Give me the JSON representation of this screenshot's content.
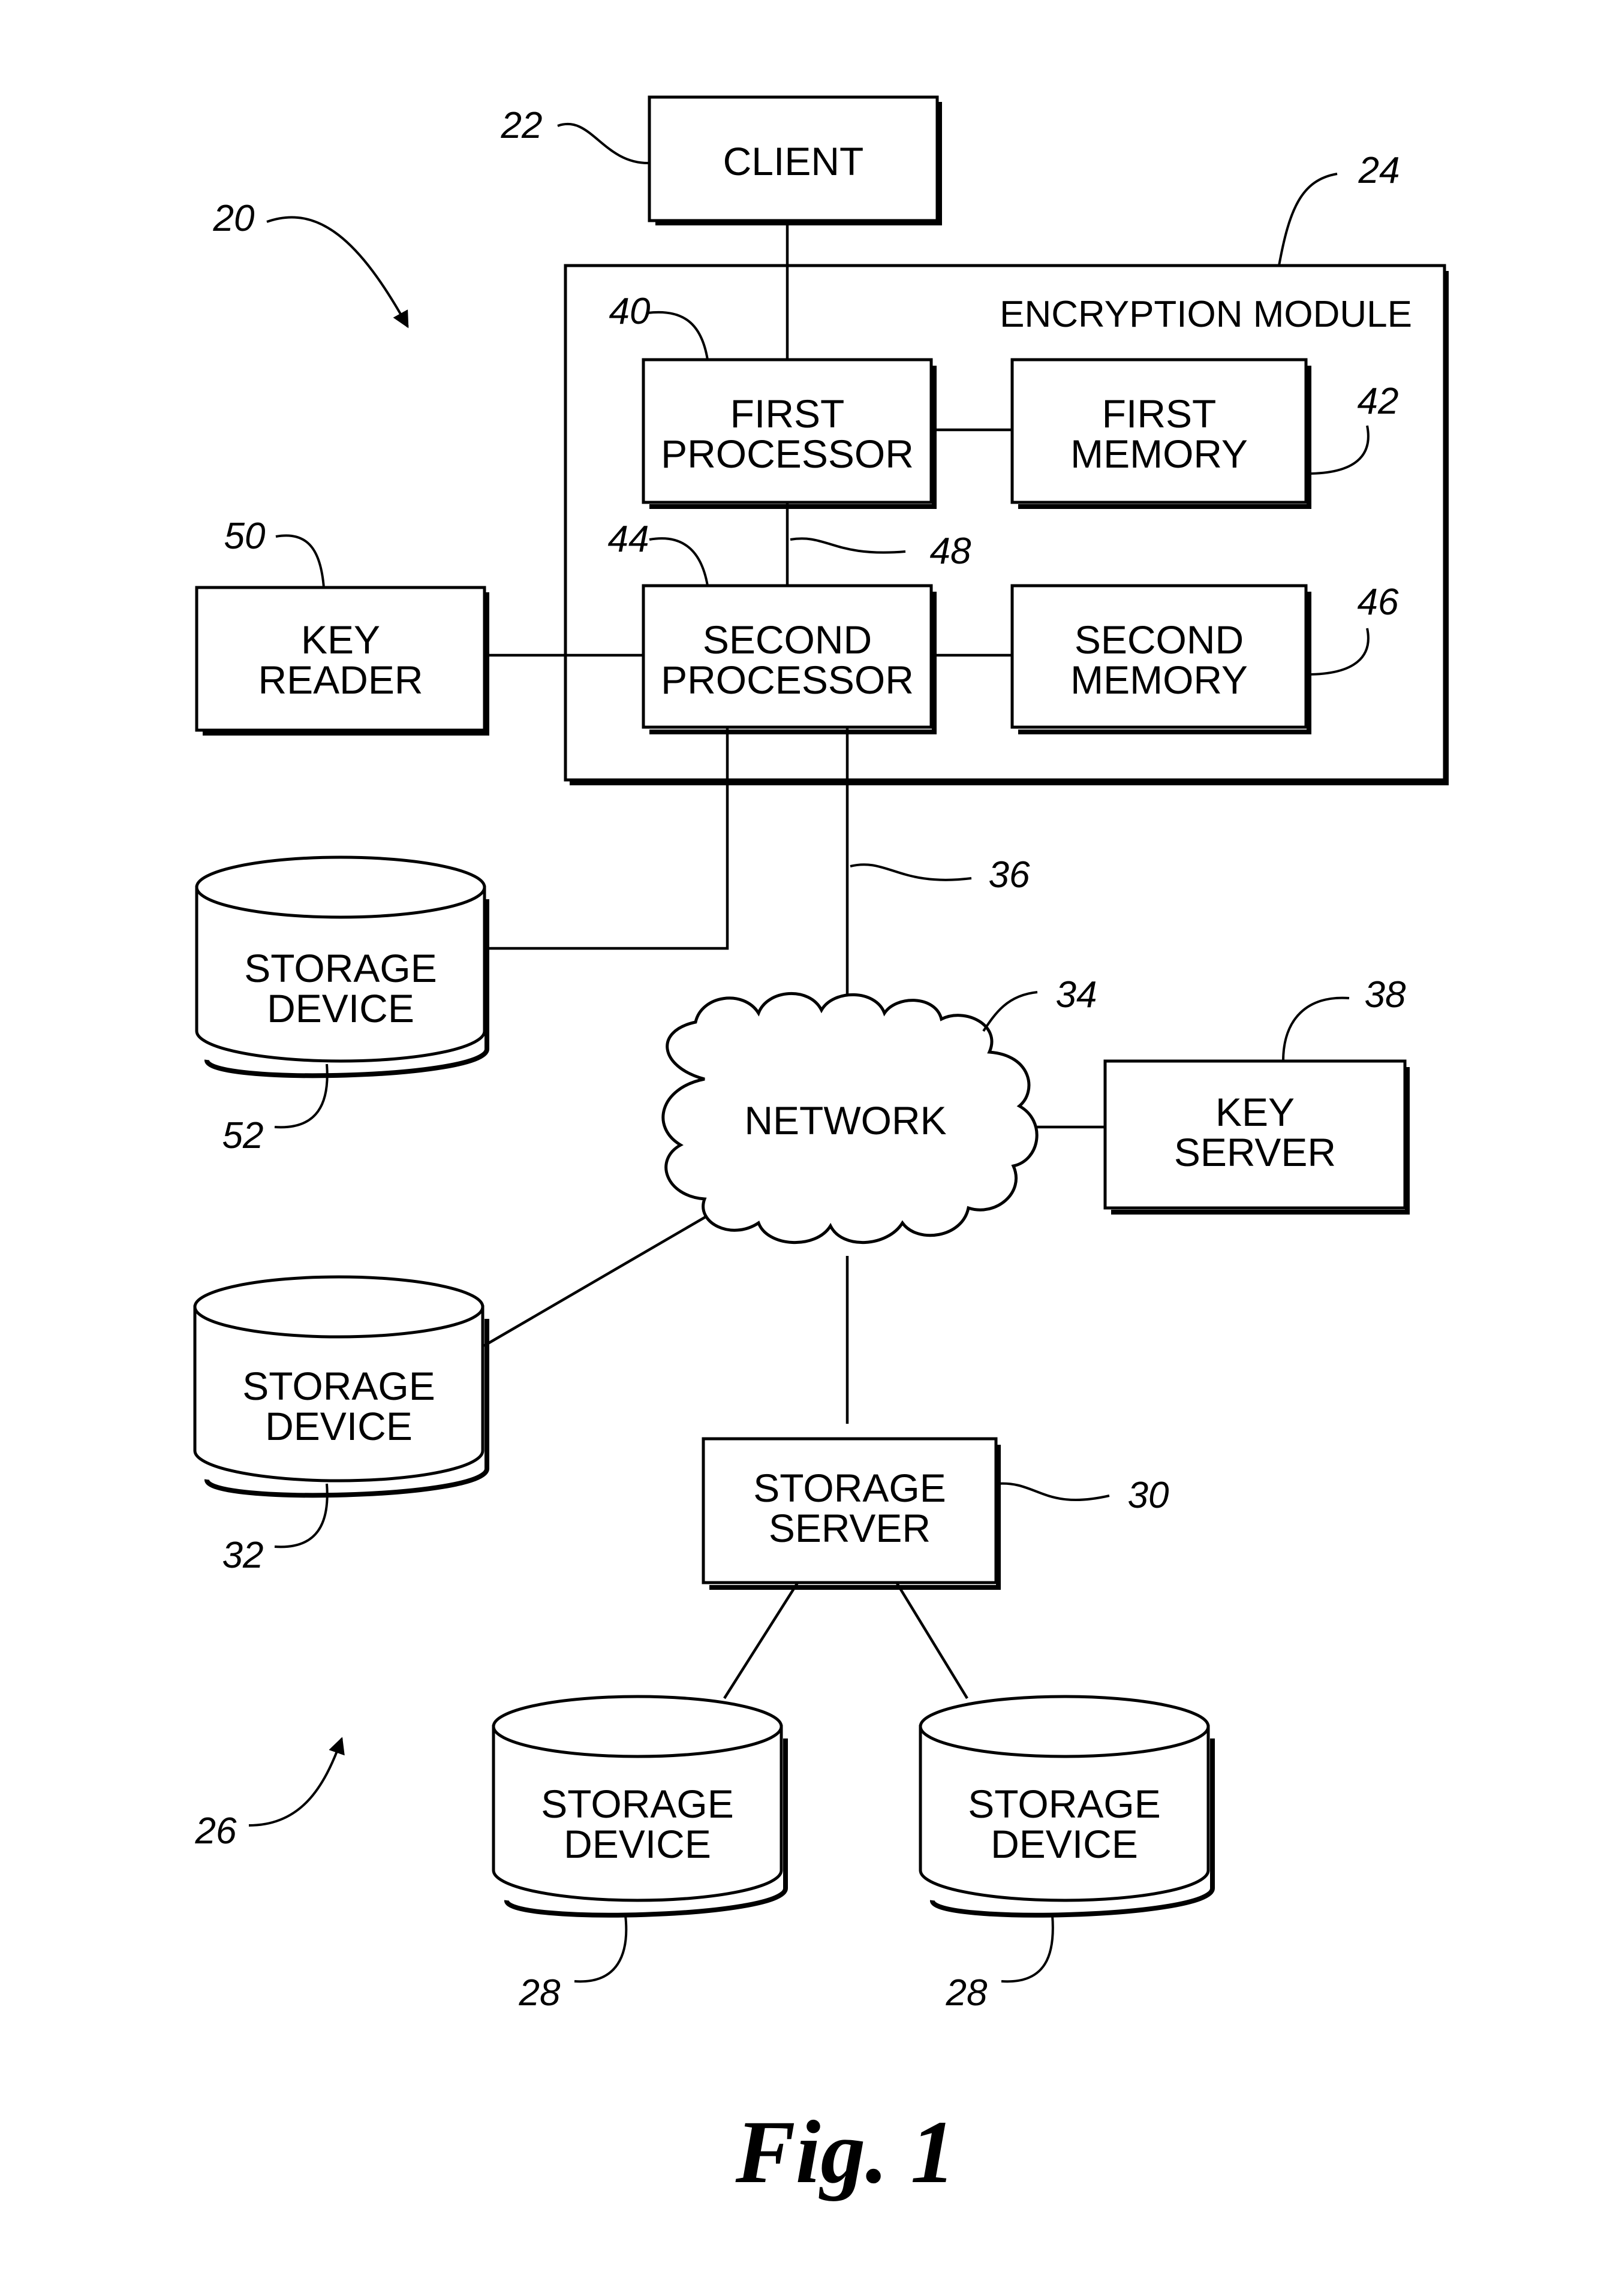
{
  "figure": {
    "caption": "Fig. 1",
    "system_ref": "20",
    "storage_area_ref": "26"
  },
  "client": {
    "label_lines": [
      "CLIENT"
    ],
    "ref": "22"
  },
  "encryption_module": {
    "title": "ENCRYPTION MODULE",
    "ref": "24",
    "first_processor": {
      "label_lines": [
        "FIRST",
        "PROCESSOR"
      ],
      "ref": "40"
    },
    "first_memory": {
      "label_lines": [
        "FIRST",
        "MEMORY"
      ],
      "ref": "42"
    },
    "second_processor": {
      "label_lines": [
        "SECOND",
        "PROCESSOR"
      ],
      "ref": "44"
    },
    "second_memory": {
      "label_lines": [
        "SECOND",
        "MEMORY"
      ],
      "ref": "46"
    },
    "internal_bus_ref": "48"
  },
  "key_reader": {
    "label_lines": [
      "KEY",
      "READER"
    ],
    "ref": "50"
  },
  "storage_device_52": {
    "label_lines": [
      "STORAGE",
      "DEVICE"
    ],
    "ref": "52"
  },
  "network_link_ref": "36",
  "network": {
    "label": "NETWORK",
    "ref": "34"
  },
  "key_server": {
    "label_lines": [
      "KEY",
      "SERVER"
    ],
    "ref": "38"
  },
  "storage_device_32": {
    "label_lines": [
      "STORAGE",
      "DEVICE"
    ],
    "ref": "32"
  },
  "storage_server": {
    "label_lines": [
      "STORAGE",
      "SERVER"
    ],
    "ref": "30"
  },
  "storage_devices_28": [
    {
      "label_lines": [
        "STORAGE",
        "DEVICE"
      ],
      "ref": "28"
    },
    {
      "label_lines": [
        "STORAGE",
        "DEVICE"
      ],
      "ref": "28"
    }
  ]
}
